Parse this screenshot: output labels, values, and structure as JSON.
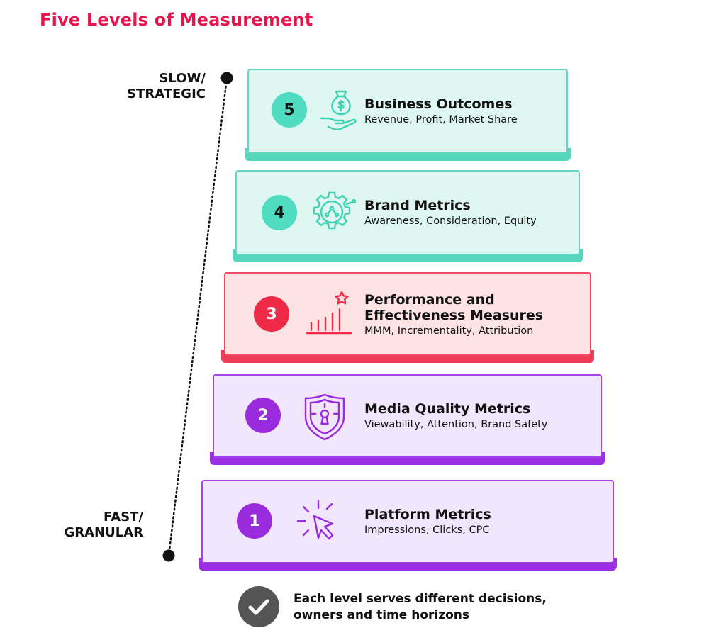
{
  "title": "Five Levels of Measurement",
  "axis": {
    "top_label_line1": "SLOW/",
    "top_label_line2": "STRATEGIC",
    "bottom_label_line1": "FAST/",
    "bottom_label_line2": "GRANULAR"
  },
  "levels": [
    {
      "number": "5",
      "title_line1": "Business Outcomes",
      "title_line2": "",
      "subtitle": "Revenue, Profit, Market Share",
      "icon": "money-bag-hand-icon",
      "color": "#4fdcc0"
    },
    {
      "number": "4",
      "title_line1": "Brand Metrics",
      "title_line2": "",
      "subtitle": "Awareness, Consideration, Equity",
      "icon": "gear-network-icon",
      "color": "#4fdcc0"
    },
    {
      "number": "3",
      "title_line1": "Performance and",
      "title_line2": "Effectiveness Measures",
      "subtitle": "MMM, Incrementality, Attribution",
      "icon": "bar-chart-star-icon",
      "color": "#ee2a47"
    },
    {
      "number": "2",
      "title_line1": "Media Quality Metrics",
      "title_line2": "",
      "subtitle": "Viewability, Attention, Brand Safety",
      "icon": "shield-lock-icon",
      "color": "#9a2bdc"
    },
    {
      "number": "1",
      "title_line1": "Platform Metrics",
      "title_line2": "",
      "subtitle": "Impressions, Clicks, CPC",
      "icon": "cursor-click-icon",
      "color": "#9a2bdc"
    }
  ],
  "footer": {
    "icon": "checkmark-icon",
    "line1": "Each level serves different decisions,",
    "line2": "owners and time horizons"
  }
}
